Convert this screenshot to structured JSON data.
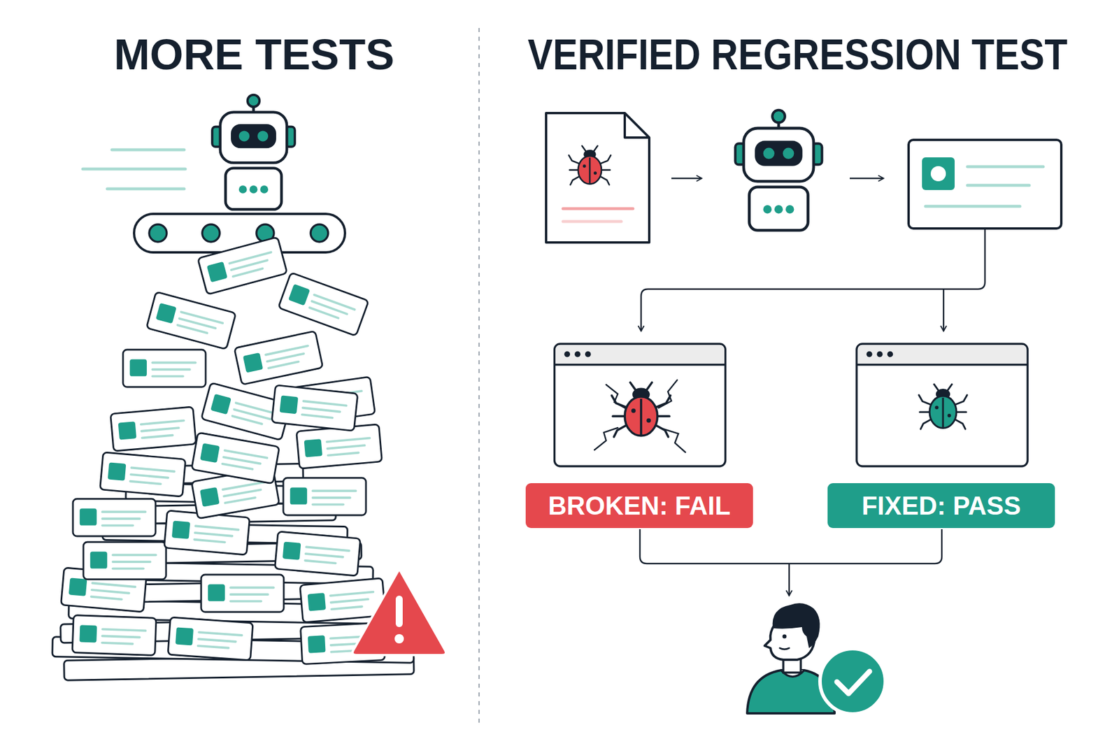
{
  "diagram": {
    "nodes": [
      {
        "text": [
          "BROKEN: FAIL"
        ]
      },
      {
        "text": [
          "FIXED: PASS"
        ]
      }
    ],
    "labels": [
      "MORE TESTS",
      "VERIFIED REGRESSION TEST"
    ]
  }
}
